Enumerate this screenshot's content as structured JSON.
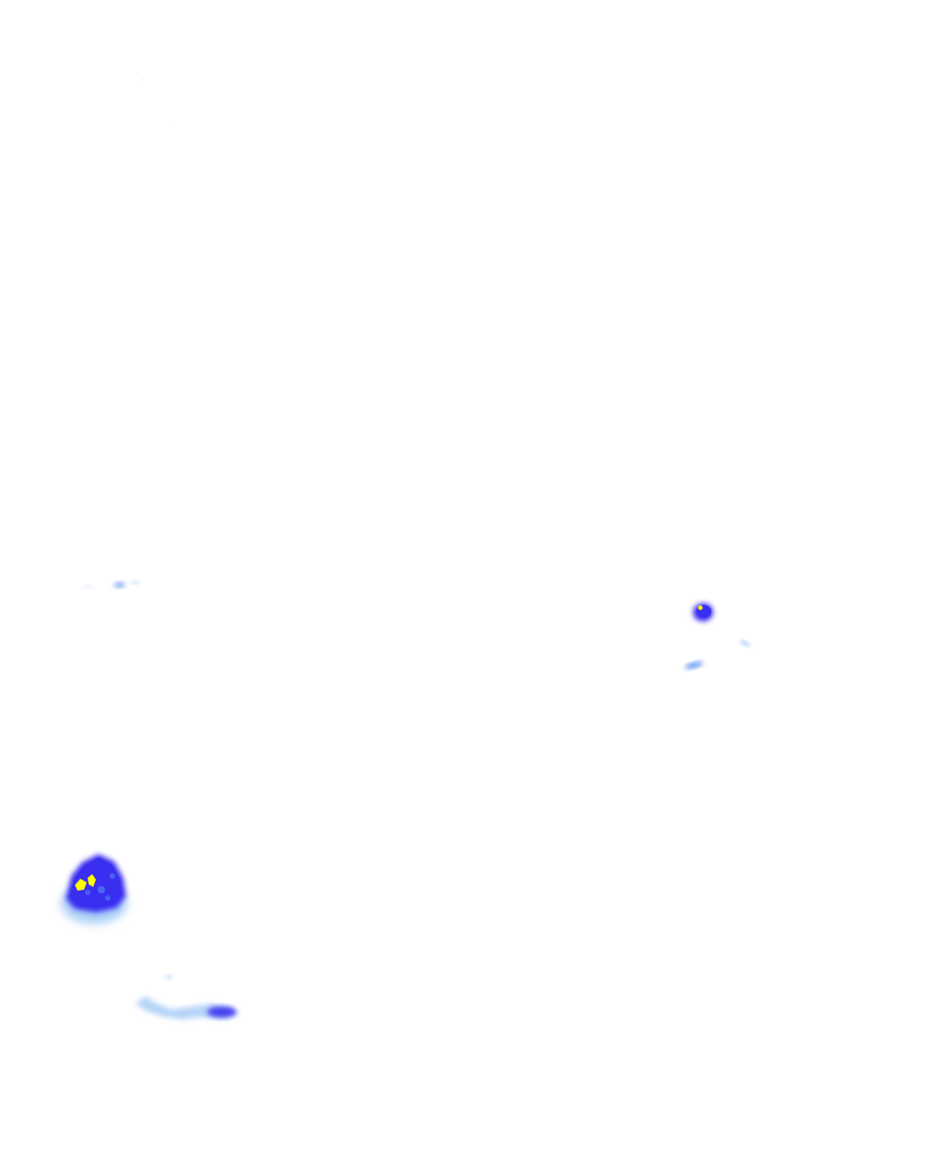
{
  "map": {
    "layer": "precipitation-overlay",
    "background_color": "#ffffff",
    "intensity_colors": {
      "light": "#a9cdf6",
      "moderate": "#5b8ef0",
      "heavy": "#3a2ff0",
      "very_heavy": "#ffff00"
    },
    "echoes": [
      {
        "id": "echo-large-southwest",
        "intensity": "heavy",
        "core": "very_heavy"
      },
      {
        "id": "echo-streak-south",
        "intensity": "light",
        "core": "heavy"
      },
      {
        "id": "echo-small-east",
        "intensity": "heavy",
        "core": "very_heavy"
      },
      {
        "id": "echo-fragment-east-1",
        "intensity": "moderate"
      },
      {
        "id": "echo-fragment-east-2",
        "intensity": "light"
      },
      {
        "id": "echo-fragment-west",
        "intensity": "light"
      }
    ]
  }
}
